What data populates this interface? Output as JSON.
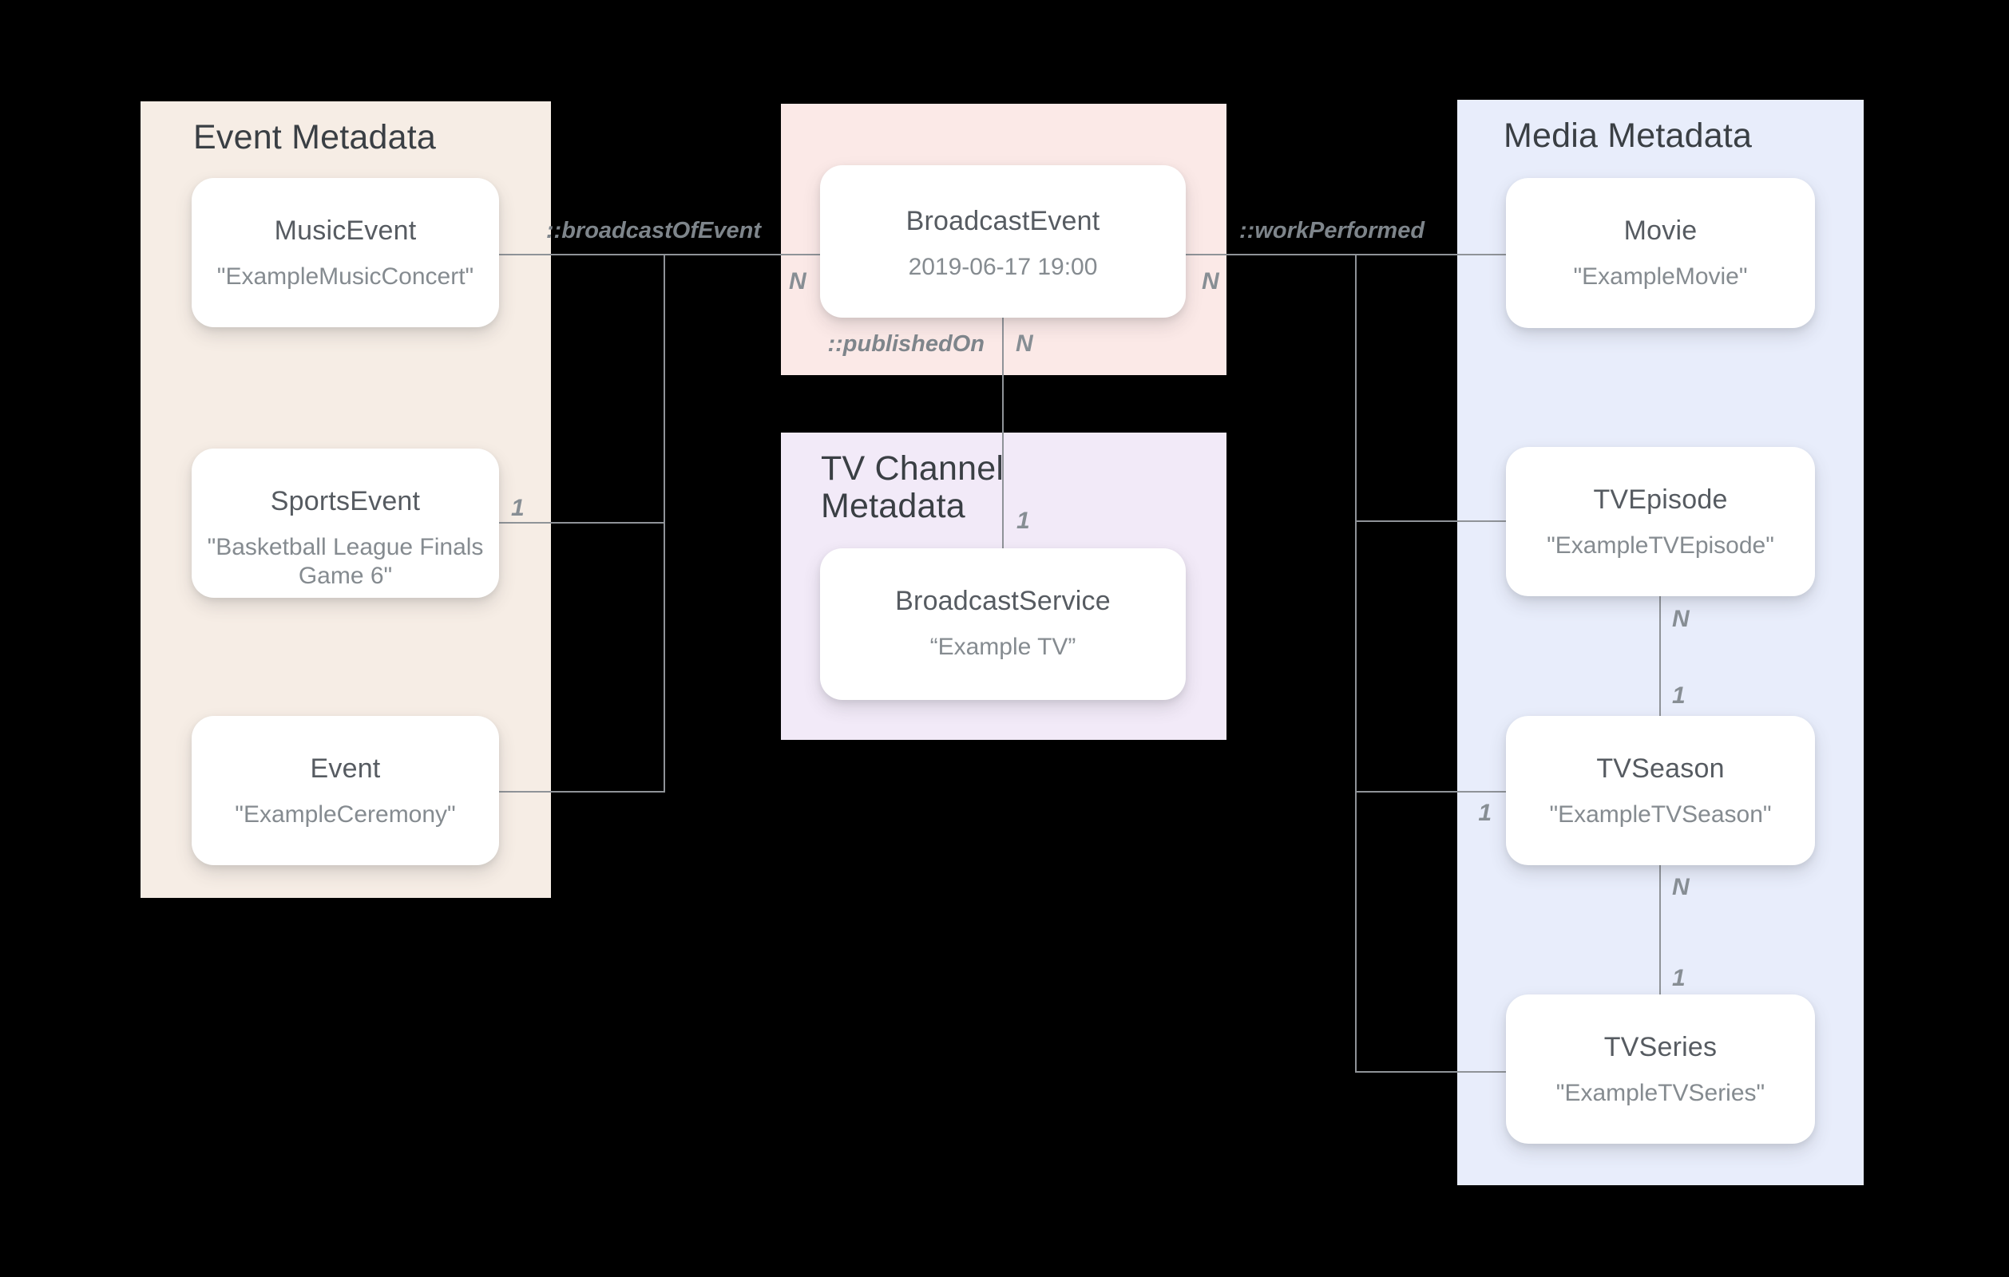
{
  "diagram": {
    "panels": {
      "event": {
        "title": "Event Metadata"
      },
      "tv_channel": {
        "title": "TV Channel\nMetadata"
      },
      "media": {
        "title": "Media Metadata"
      }
    },
    "cards": {
      "music_event": {
        "title": "MusicEvent",
        "value": "\"ExampleMusicConcert\""
      },
      "sports_event": {
        "title": "SportsEvent",
        "value": "\"Basketball League Finals\nGame 6\""
      },
      "event": {
        "title": "Event",
        "value": "\"ExampleCeremony\""
      },
      "broadcast_event": {
        "title": "BroadcastEvent",
        "value": "2019-06-17 19:00"
      },
      "broadcast_service": {
        "title": "BroadcastService",
        "value": "“Example TV”"
      },
      "movie": {
        "title": "Movie",
        "value": "\"ExampleMovie\""
      },
      "tv_episode": {
        "title": "TVEpisode",
        "value": "\"ExampleTVEpisode\""
      },
      "tv_season": {
        "title": "TVSeason",
        "value": "\"ExampleTVSeason\""
      },
      "tv_series": {
        "title": "TVSeries",
        "value": "\"ExampleTVSeries\""
      }
    },
    "relations": {
      "broadcast_of_event": "::broadcastOfEvent",
      "work_performed": "::workPerformed",
      "published_on": "::publishedOn"
    },
    "cardinality": {
      "n": "N",
      "one": "1"
    },
    "colors": {
      "background": "#000000",
      "event_panel": "#f6ede5",
      "broadcast_panel": "#fbe9e7",
      "tv_channel_panel": "#f2eaf8",
      "media_panel": "#e8edfb",
      "card": "#ffffff",
      "edge": "#8f9398",
      "panel_title_text": "#3a3f44",
      "card_title_text": "#565b61",
      "card_value_text": "#858b90",
      "label_text": "#7e858b"
    }
  }
}
